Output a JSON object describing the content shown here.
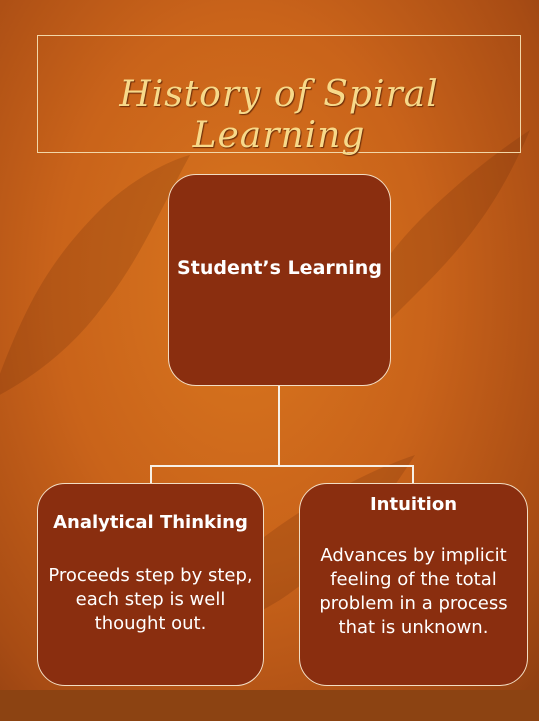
{
  "slide": {
    "title": "History of Spiral Learning"
  },
  "diagram": {
    "root": {
      "label": "Student’s Learning"
    },
    "children": [
      {
        "title": "Analytical Thinking",
        "description": "Proceeds step by step, each step is well thought out."
      },
      {
        "title": "Intuition",
        "description": "Advances by implicit feeling of the total problem in a process that is unknown."
      }
    ]
  },
  "colors": {
    "background": "#c9631a",
    "node_fill": "#8a2e0f",
    "node_border": "#f3ddc3",
    "title_text": "#f7d98a"
  }
}
